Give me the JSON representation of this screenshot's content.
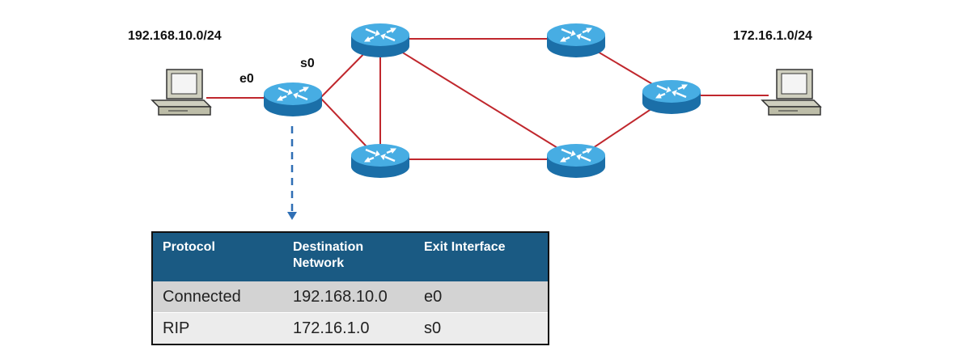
{
  "networks": {
    "left": "192.168.10.0/24",
    "right": "172.16.1.0/24"
  },
  "interfaces": {
    "e0": "e0",
    "s0": "s0"
  },
  "colors": {
    "link": "#c0272d",
    "router_top": "#3fa9e0",
    "router_side": "#1b6fa8",
    "arrow": "#2f6fb5",
    "table_header": "#1a5a83"
  },
  "routing_table": {
    "headers": [
      "Protocol",
      "Destination Network",
      "Exit Interface"
    ],
    "rows": [
      [
        "Connected",
        "192.168.10.0",
        "e0"
      ],
      [
        "RIP",
        "172.16.1.0",
        "s0"
      ]
    ]
  }
}
